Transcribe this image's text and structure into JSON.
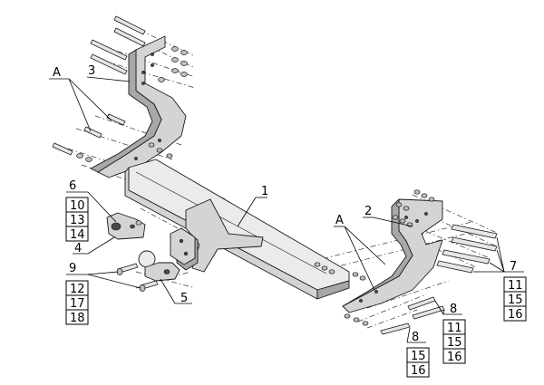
{
  "labels": {
    "l1": "1",
    "l2": "2",
    "l3": "3",
    "l4": "4",
    "l5": "5",
    "l6": "6",
    "l7": "7",
    "l8a": "8",
    "l8b": "8",
    "l9": "9",
    "l10": "10",
    "l11a": "11",
    "l11b": "11",
    "l12": "12",
    "l13": "13",
    "l14": "14",
    "l15a": "15",
    "l15b": "15",
    "l15c": "15",
    "l16a": "16",
    "l16b": "16",
    "l16c": "16",
    "l17": "17",
    "l18": "18",
    "lA1": "A",
    "lA2": "A"
  }
}
